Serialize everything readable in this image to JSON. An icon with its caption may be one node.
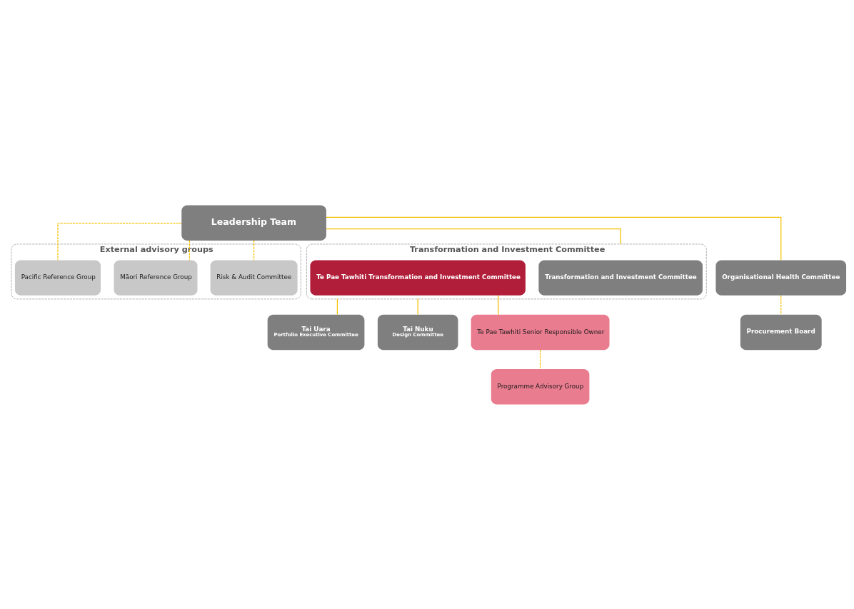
{
  "diagram": {
    "nodes": [
      {
        "text": [
          "External advisory groups"
        ]
      },
      {
        "text": [
          "Risk & Audit Committee"
        ],
        "in": 0
      },
      {
        "text": [
          "Māori Reference Group"
        ],
        "in": 0
      },
      {
        "text": [
          "Pacific Reference Group"
        ],
        "in": 0
      },
      {
        "text": [
          "Leadership Team"
        ]
      },
      {
        "text": [
          "Transformation and Investment Committee"
        ]
      },
      {
        "text": [
          "Transformation and Investment Committee"
        ],
        "in": 5
      },
      {
        "text": [
          "Te Pae Tawhiti Transformation and Investment Committee"
        ],
        "in": 5
      },
      {
        "text": [
          "Organisational Health Committee"
        ]
      },
      {
        "text": [
          "Procurement Board"
        ]
      },
      {
        "text": [
          "Tai Uara",
          "Portfolio Executive Committee"
        ]
      },
      {
        "text": [
          "Tai Nuku",
          "Design Committee"
        ]
      },
      {
        "text": [
          "Te Pae Tawhiti Senior Responsible Owner"
        ]
      },
      {
        "text": [
          "Programme Advisory Group"
        ]
      }
    ],
    "edges": [
      {
        "from": 4,
        "to": 1,
        "arrow": "none",
        "style": "dashed"
      },
      {
        "from": 4,
        "to": 2,
        "arrow": "none",
        "style": "dashed"
      },
      {
        "from": 4,
        "to": 3,
        "arrow": "none",
        "style": "dashed"
      },
      {
        "from": 4,
        "to": 5,
        "arrow": "none"
      },
      {
        "from": 4,
        "to": 8,
        "arrow": "none"
      },
      {
        "from": 8,
        "to": 9,
        "arrow": "none",
        "style": "dashed"
      },
      {
        "from": 5,
        "to": 10,
        "arrow": "none"
      },
      {
        "from": 5,
        "to": 11,
        "arrow": "none"
      },
      {
        "from": 7,
        "to": 12,
        "arrow": "none"
      },
      {
        "from": 12,
        "to": 13,
        "arrow": "none",
        "style": "dashed"
      }
    ]
  }
}
